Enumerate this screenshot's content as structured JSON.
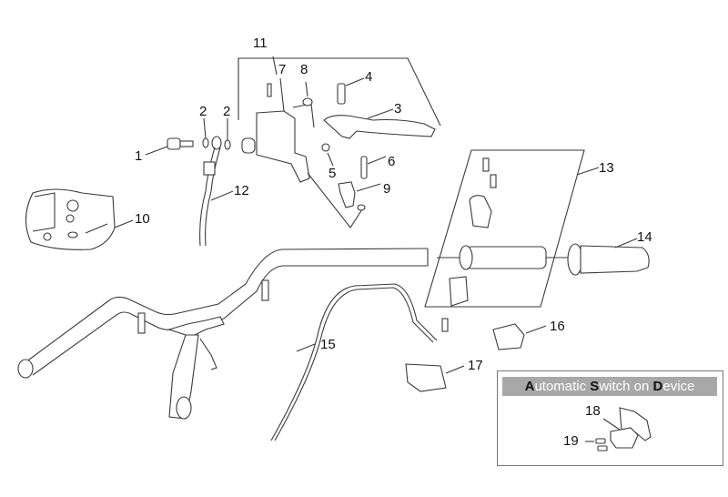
{
  "diagram": {
    "type": "exploded-parts-diagram",
    "callouts": [
      {
        "id": "1",
        "part": "banjo-bolt"
      },
      {
        "id": "2",
        "part": "washer"
      },
      {
        "id": "2b",
        "label": "2",
        "part": "washer"
      },
      {
        "id": "3",
        "part": "brake-lever"
      },
      {
        "id": "4",
        "part": "lever-pivot-bolt"
      },
      {
        "id": "5",
        "part": "nut"
      },
      {
        "id": "6",
        "part": "clamp-screw"
      },
      {
        "id": "7",
        "part": "master-cylinder"
      },
      {
        "id": "8",
        "part": "reservoir-cap"
      },
      {
        "id": "9",
        "part": "clamp"
      },
      {
        "id": "10",
        "part": "switch-housing"
      },
      {
        "id": "11",
        "part": "master-cylinder-assembly"
      },
      {
        "id": "12",
        "part": "brake-hose"
      },
      {
        "id": "13",
        "part": "throttle-assembly"
      },
      {
        "id": "14",
        "part": "grip"
      },
      {
        "id": "15",
        "part": "throttle-cable"
      },
      {
        "id": "16",
        "part": "switch"
      },
      {
        "id": "17",
        "part": "switch"
      },
      {
        "id": "18",
        "part": "automatic-switch"
      },
      {
        "id": "19",
        "part": "clip"
      }
    ]
  },
  "labels": {
    "l1": "1",
    "l2a": "2",
    "l2b": "2",
    "l3": "3",
    "l4": "4",
    "l5": "5",
    "l6": "6",
    "l7": "7",
    "l8": "8",
    "l9": "9",
    "l10": "10",
    "l11": "11",
    "l12": "12",
    "l13": "13",
    "l14": "14",
    "l15": "15",
    "l16": "16",
    "l17": "17",
    "l18": "18",
    "l19": "19"
  },
  "inset": {
    "title_parts": [
      {
        "bold": "A",
        "rest": "utomatic "
      },
      {
        "bold": "S",
        "rest": "witch on "
      },
      {
        "bold": "D",
        "rest": "evice"
      }
    ],
    "title_bg": "#a8a8a8"
  }
}
